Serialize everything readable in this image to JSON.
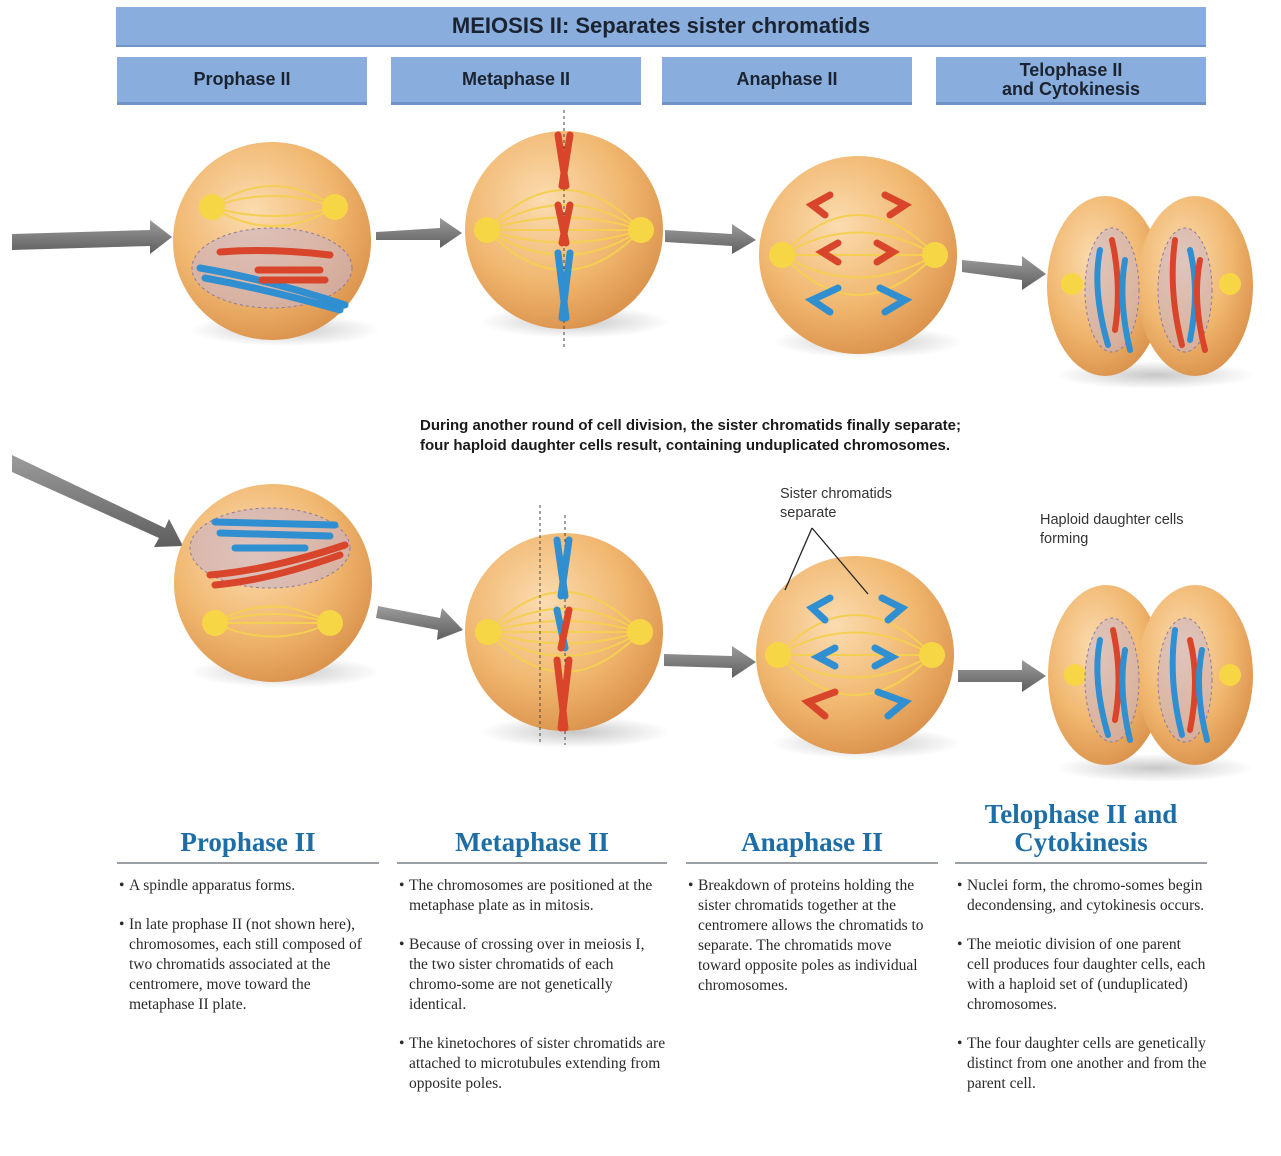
{
  "title": "MEIOSIS II: Separates sister chromatids",
  "phases": [
    {
      "label": "Prophase II"
    },
    {
      "label": "Metaphase II"
    },
    {
      "label": "Anaphase II"
    },
    {
      "label": "Telophase II\nand Cytokinesis"
    }
  ],
  "caption": {
    "line1": "During another round of cell division, the sister chromatids finally separate;",
    "line2": "four haploid daughter cells result, containing unduplicated chromosomes."
  },
  "callouts": {
    "sister": {
      "line1": "Sister chromatids",
      "line2": "separate"
    },
    "haploid": {
      "line1": "Haploid daughter cells",
      "line2": "forming"
    }
  },
  "columns": [
    {
      "heading": "Prophase II",
      "bullets": [
        "A spindle apparatus forms.",
        "In late prophase II (not shown here), chromosomes, each still composed of two chromatids associated at the centromere, move toward the metaphase II plate."
      ]
    },
    {
      "heading": "Metaphase II",
      "bullets": [
        "The chromosomes are positioned at the metaphase plate as in mitosis.",
        "Because of crossing over in meiosis I, the two sister chromatids of each chromo-some are not genetically identical.",
        "The kinetochores of sister chromatids are attached to microtubules extending from opposite poles."
      ]
    },
    {
      "heading": "Anaphase II",
      "bullets": [
        "Breakdown of proteins holding the sister chromatids together at the centromere allows the chromatids to separate. The chromatids move toward opposite poles as individual chromosomes."
      ]
    },
    {
      "heading": "Telophase II and\nCytokinesis",
      "bullets": [
        "Nuclei form, the chromo-somes begin decondensing, and cytokinesis occurs.",
        "The meiotic division of one parent cell produces four daughter cells, each with a haploid set of (unduplicated) chromosomes.",
        "The four daughter cells are genetically distinct from one another and from the parent cell."
      ]
    }
  ],
  "colors": {
    "header": "#89aede",
    "cell": "#f0b66e",
    "chromatid_red": "#d9452a",
    "chromatid_blue": "#2f8fd0",
    "heading_text": "#1d6ea6"
  }
}
